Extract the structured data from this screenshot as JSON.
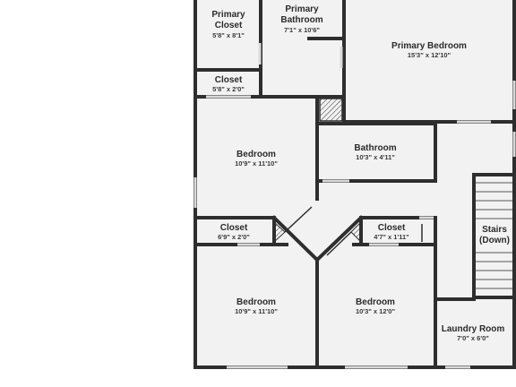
{
  "rooms": {
    "primary_closet": {
      "name_lines": [
        "Primary",
        "Closet"
      ],
      "dims": "5'8\" x 8'1\""
    },
    "primary_bathroom": {
      "name_lines": [
        "Primary",
        "Bathroom"
      ],
      "dims": "7'1\" x 10'6\""
    },
    "primary_bedroom": {
      "name_lines": [
        "Primary Bedroom"
      ],
      "dims": "15'3\" x 12'10\""
    },
    "closet_top": {
      "name_lines": [
        "Closet"
      ],
      "dims": "5'8\" x 2'0\""
    },
    "bedroom_upper_left": {
      "name_lines": [
        "Bedroom"
      ],
      "dims": "10'9\" x 11'10\""
    },
    "bathroom": {
      "name_lines": [
        "Bathroom"
      ],
      "dims": "10'3\" x 4'11\""
    },
    "closet_left": {
      "name_lines": [
        "Closet"
      ],
      "dims": "6'9\" x 2'0\""
    },
    "closet_right": {
      "name_lines": [
        "Closet"
      ],
      "dims": "4'7\" x 1'11\""
    },
    "stairs": {
      "name_lines": [
        "Stairs",
        "(Down)"
      ],
      "dims": ""
    },
    "bedroom_lower_left": {
      "name_lines": [
        "Bedroom"
      ],
      "dims": "10'9\" x 11'10\""
    },
    "bedroom_lower_right": {
      "name_lines": [
        "Bedroom"
      ],
      "dims": "10'3\" x 12'0\""
    },
    "laundry_room": {
      "name_lines": [
        "Laundry Room"
      ],
      "dims": "7'0\" x 6'0\""
    }
  },
  "colors": {
    "wall": "#2e2e2e",
    "floor": "#f2f2f2",
    "background": "#ffffff",
    "window": "#d9d9d9",
    "text": "#2b2b2b"
  }
}
